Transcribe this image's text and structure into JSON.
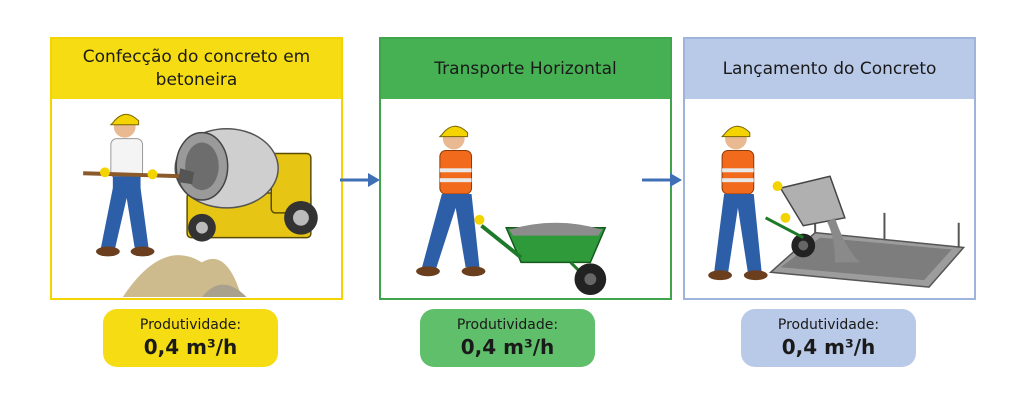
{
  "stages": [
    {
      "title": "Confecção do concreto em betoneira",
      "productivity_label": "Produtividade:",
      "productivity_value": "0,4 m³/h"
    },
    {
      "title": "Transporte Horizontal",
      "productivity_label": "Produtividade:",
      "productivity_value": "0,4 m³/h"
    },
    {
      "title": "Lançamento do Concreto",
      "productivity_label": "Produtividade:",
      "productivity_value": "0,4 m³/h"
    }
  ],
  "colors": {
    "stage1": "#f6dc12",
    "stage2": "#46b153",
    "stage3": "#b9c9e8",
    "arrow": "#3f6fb5"
  },
  "icons": [
    "concrete-mixer-worker-illustration",
    "wheelbarrow-worker-illustration",
    "pouring-concrete-worker-illustration",
    "arrow-right-icon"
  ]
}
